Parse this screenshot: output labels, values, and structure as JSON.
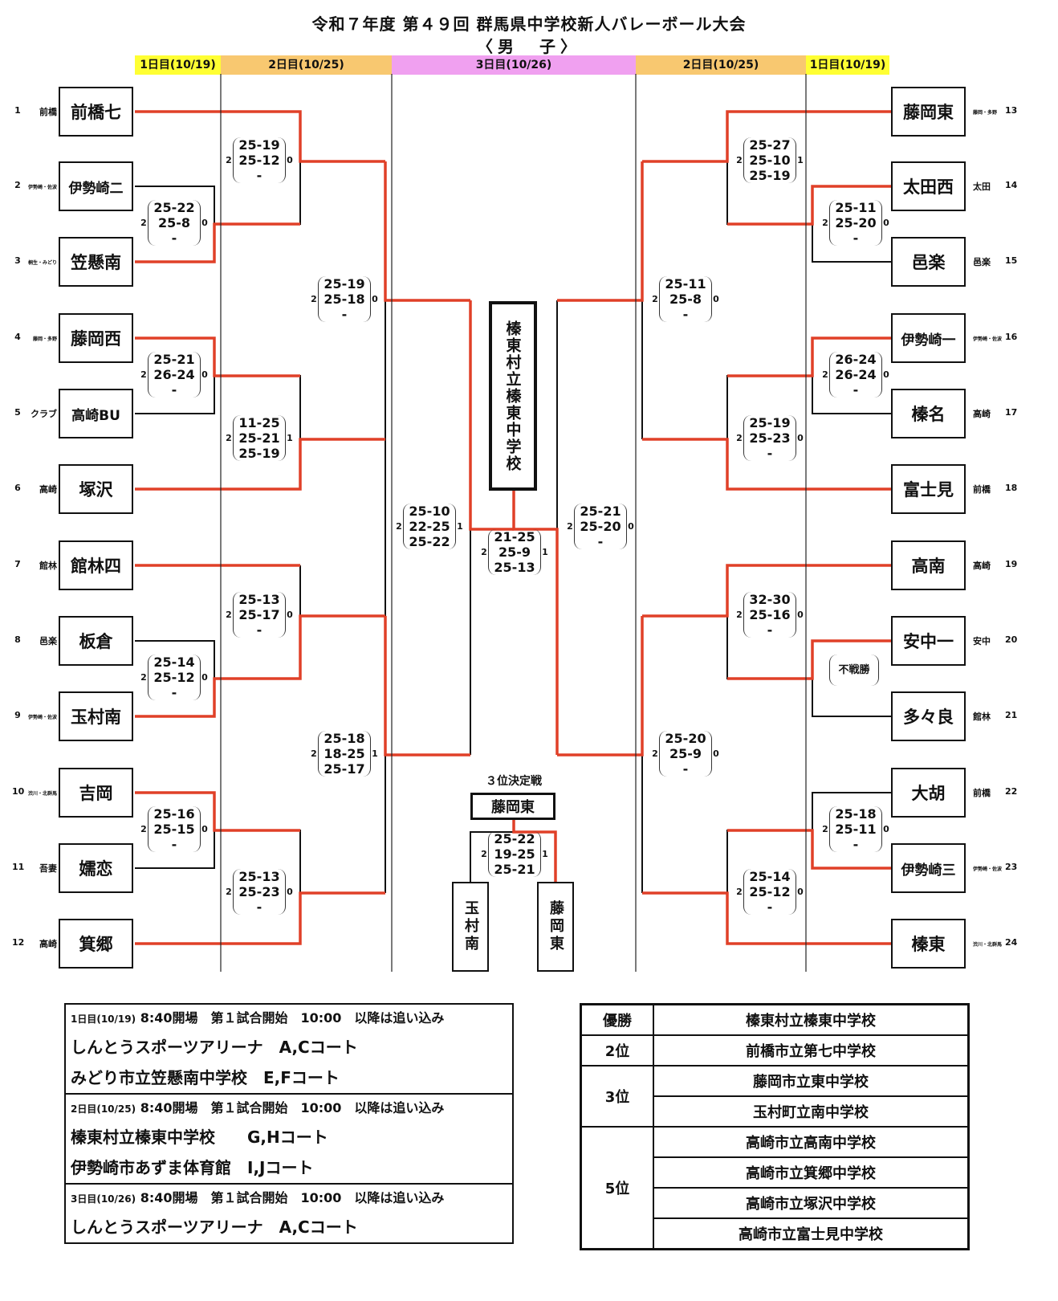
{
  "header": {
    "title": "令和７年度 第４９回 群馬県中学校新人バレーボール大会",
    "subtitle": "〈男　子〉"
  },
  "days": {
    "left": [
      "1日目(10/19)",
      "2日目(10/25)"
    ],
    "center": "3日目(10/26)",
    "right": [
      "2日目(10/25)",
      "1日目(10/19)"
    ]
  },
  "colors": {
    "winner_line": "#e04028",
    "day1": "#ffff33",
    "day2": "#f8c870",
    "day3": "#f0a0f0"
  },
  "left_teams": [
    {
      "seed": "1",
      "area": "前橋",
      "name": "前橋七"
    },
    {
      "seed": "2",
      "area": "伊勢崎・佐波",
      "name": "伊勢崎二"
    },
    {
      "seed": "3",
      "area": "桐生・みどり",
      "name": "笠懸南"
    },
    {
      "seed": "4",
      "area": "藤岡・多野",
      "name": "藤岡西"
    },
    {
      "seed": "5",
      "area": "クラブ",
      "name": "高崎BU"
    },
    {
      "seed": "6",
      "area": "高崎",
      "name": "塚沢"
    },
    {
      "seed": "7",
      "area": "館林",
      "name": "館林四"
    },
    {
      "seed": "8",
      "area": "邑楽",
      "name": "板倉"
    },
    {
      "seed": "9",
      "area": "伊勢崎・佐波",
      "name": "玉村南"
    },
    {
      "seed": "10",
      "area": "渋川・北群馬",
      "name": "吉岡"
    },
    {
      "seed": "11",
      "area": "吾妻",
      "name": "嬬恋"
    },
    {
      "seed": "12",
      "area": "高崎",
      "name": "箕郷"
    }
  ],
  "right_teams": [
    {
      "seed": "13",
      "area": "藤岡・多野",
      "name": "藤岡東"
    },
    {
      "seed": "14",
      "area": "太田",
      "name": "太田西"
    },
    {
      "seed": "15",
      "area": "邑楽",
      "name": "邑楽"
    },
    {
      "seed": "16",
      "area": "伊勢崎・佐波",
      "name": "伊勢崎一"
    },
    {
      "seed": "17",
      "area": "高崎",
      "name": "榛名"
    },
    {
      "seed": "18",
      "area": "前橋",
      "name": "富士見"
    },
    {
      "seed": "19",
      "area": "高崎",
      "name": "高南"
    },
    {
      "seed": "20",
      "area": "安中",
      "name": "安中一"
    },
    {
      "seed": "21",
      "area": "館林",
      "name": "多々良"
    },
    {
      "seed": "22",
      "area": "前橋",
      "name": "大胡"
    },
    {
      "seed": "23",
      "area": "伊勢崎・佐波",
      "name": "伊勢崎三"
    },
    {
      "seed": "24",
      "area": "渋川・北群馬",
      "name": "榛東"
    }
  ],
  "matches": {
    "L_r1_a": {
      "w": "2",
      "sets": [
        "25-22",
        "25-8",
        "-"
      ],
      "l": "0"
    },
    "L_r1_b": {
      "w": "2",
      "sets": [
        "25-21",
        "26-24",
        "-"
      ],
      "l": "0"
    },
    "L_r1_c": {
      "w": "2",
      "sets": [
        "25-14",
        "25-12",
        "-"
      ],
      "l": "0"
    },
    "L_r1_d": {
      "w": "2",
      "sets": [
        "25-16",
        "25-15",
        "-"
      ],
      "l": "0"
    },
    "L_r2_a": {
      "w": "2",
      "sets": [
        "25-19",
        "25-12",
        "-"
      ],
      "l": "0"
    },
    "L_r2_b": {
      "w": "2",
      "sets": [
        "11-25",
        "25-21",
        "25-19"
      ],
      "l": "1"
    },
    "L_r2_c": {
      "w": "2",
      "sets": [
        "25-13",
        "25-17",
        "-"
      ],
      "l": "0"
    },
    "L_r2_d": {
      "w": "2",
      "sets": [
        "25-13",
        "25-23",
        "-"
      ],
      "l": "0"
    },
    "L_qf_a": {
      "w": "2",
      "sets": [
        "25-19",
        "25-18",
        "-"
      ],
      "l": "0"
    },
    "L_qf_b": {
      "w": "2",
      "sets": [
        "25-18",
        "18-25",
        "25-17"
      ],
      "l": "1"
    },
    "L_sf": {
      "w": "2",
      "sets": [
        "25-10",
        "22-25",
        "25-22"
      ],
      "l": "1"
    },
    "final": {
      "w": "2",
      "sets": [
        "21-25",
        "25-9",
        "25-13"
      ],
      "l": "1"
    },
    "R_sf": {
      "w": "2",
      "sets": [
        "25-21",
        "25-20",
        "-"
      ],
      "l": "0"
    },
    "R_qf_a": {
      "w": "2",
      "sets": [
        "25-11",
        "25-8",
        "-"
      ],
      "l": "0"
    },
    "R_qf_b": {
      "w": "2",
      "sets": [
        "25-20",
        "25-9",
        "-"
      ],
      "l": "0"
    },
    "R_r2_a": {
      "w": "2",
      "sets": [
        "25-27",
        "25-10",
        "25-19"
      ],
      "l": "1"
    },
    "R_r2_b": {
      "w": "2",
      "sets": [
        "25-19",
        "25-23",
        "-"
      ],
      "l": "0"
    },
    "R_r2_c": {
      "w": "2",
      "sets": [
        "32-30",
        "25-16",
        "-"
      ],
      "l": "0"
    },
    "R_r2_d": {
      "w": "2",
      "sets": [
        "25-14",
        "25-12",
        "-"
      ],
      "l": "0"
    },
    "R_r1_a": {
      "w": "2",
      "sets": [
        "25-11",
        "25-20",
        "-"
      ],
      "l": "0"
    },
    "R_r1_b": {
      "w": "2",
      "sets": [
        "26-24",
        "26-24",
        "-"
      ],
      "l": "0"
    },
    "R_r1_c": {
      "forfeit": "不戦勝"
    },
    "R_r1_d": {
      "w": "2",
      "sets": [
        "25-18",
        "25-11",
        "-"
      ],
      "l": "0"
    },
    "third": {
      "w": "2",
      "sets": [
        "25-22",
        "19-25",
        "25-21"
      ],
      "l": "1"
    }
  },
  "champion": "榛東村立榛東中学校",
  "third_place": {
    "label": "３位決定戦",
    "winner": "藤岡東",
    "left": "玉村南",
    "right": "藤岡東"
  },
  "schedule": [
    {
      "day": "1日目(10/19)",
      "info": "8:40開場　第１試合開始　10:00　以降は追い込み",
      "venues": [
        "しんとうスポーツアリーナ　A,Cコート",
        "みどり市立笠懸南中学校　E,Fコート"
      ]
    },
    {
      "day": "2日目(10/25)",
      "info": "8:40開場　第１試合開始　10:00　以降は追い込み",
      "venues": [
        "榛東村立榛東中学校　　G,Hコート",
        "伊勢崎市あずま体育館　I,Jコート"
      ]
    },
    {
      "day": "3日目(10/26)",
      "info": "8:40開場　第１試合開始　10:00　以降は追い込み",
      "venues": [
        "しんとうスポーツアリーナ　A,Cコート"
      ]
    }
  ],
  "results": [
    {
      "rank": "優勝",
      "schools": [
        "榛東村立榛東中学校"
      ]
    },
    {
      "rank": "2位",
      "schools": [
        "前橋市立第七中学校"
      ]
    },
    {
      "rank": "3位",
      "schools": [
        "藤岡市立東中学校",
        "玉村町立南中学校"
      ]
    },
    {
      "rank": "5位",
      "schools": [
        "高崎市立高南中学校",
        "高崎市立箕郷中学校",
        "高崎市立塚沢中学校",
        "高崎市立富士見中学校"
      ]
    }
  ]
}
